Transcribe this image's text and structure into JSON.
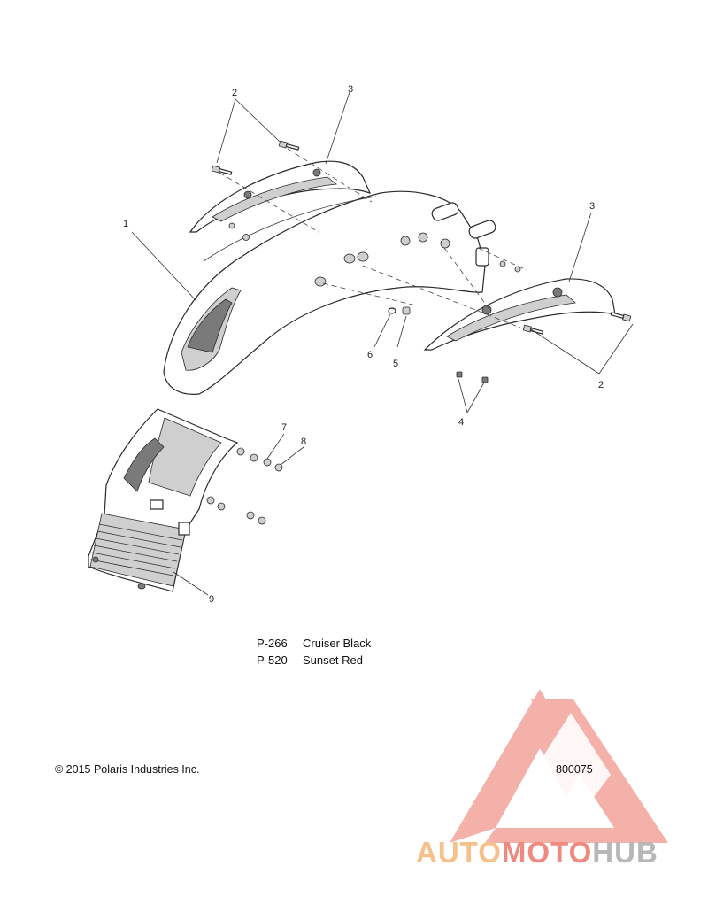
{
  "callouts": {
    "c1": "1",
    "c2a": "2",
    "c2b": "2",
    "c3a": "3",
    "c3b": "3",
    "c4": "4",
    "c5": "5",
    "c6": "6",
    "c7": "7",
    "c8": "8",
    "c9": "9"
  },
  "paint_codes": [
    {
      "code": "P-266",
      "name": "Cruiser Black"
    },
    {
      "code": "P-520",
      "name": "Sunset Red"
    }
  ],
  "copyright": "© 2015 Polaris Industries Inc.",
  "drawing_number": "800075",
  "watermark": {
    "part1": "AUTO",
    "part2": "MOTO",
    "part3": "HUB",
    "colors": {
      "auto": "#f6c08a",
      "moto": "#f08a80",
      "hub": "#b7b7b7",
      "triangle": "#f28f86"
    }
  }
}
